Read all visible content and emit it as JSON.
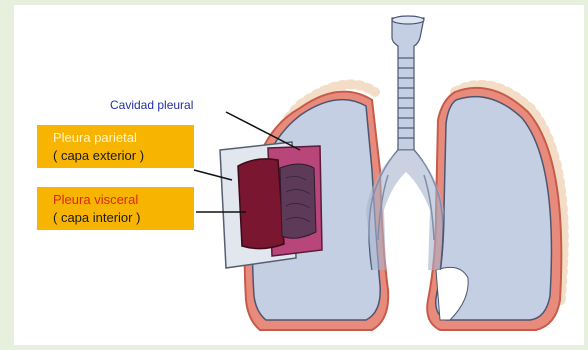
{
  "labels": {
    "cavity": "Cavidad pleural",
    "parietal": {
      "title": "Pleura parietal",
      "subtitle": "( capa exterior )"
    },
    "visceral": {
      "title": "Pleura visceral",
      "subtitle": "( capa interior )"
    }
  },
  "colors": {
    "label_box": "#f7b400",
    "lung": "#c5cfe3",
    "pleura_outline": "#e07a6a",
    "visceral_layer": "#7a1630",
    "parietal_layer": "#b8467a",
    "cavity_text": "#2330a8"
  }
}
